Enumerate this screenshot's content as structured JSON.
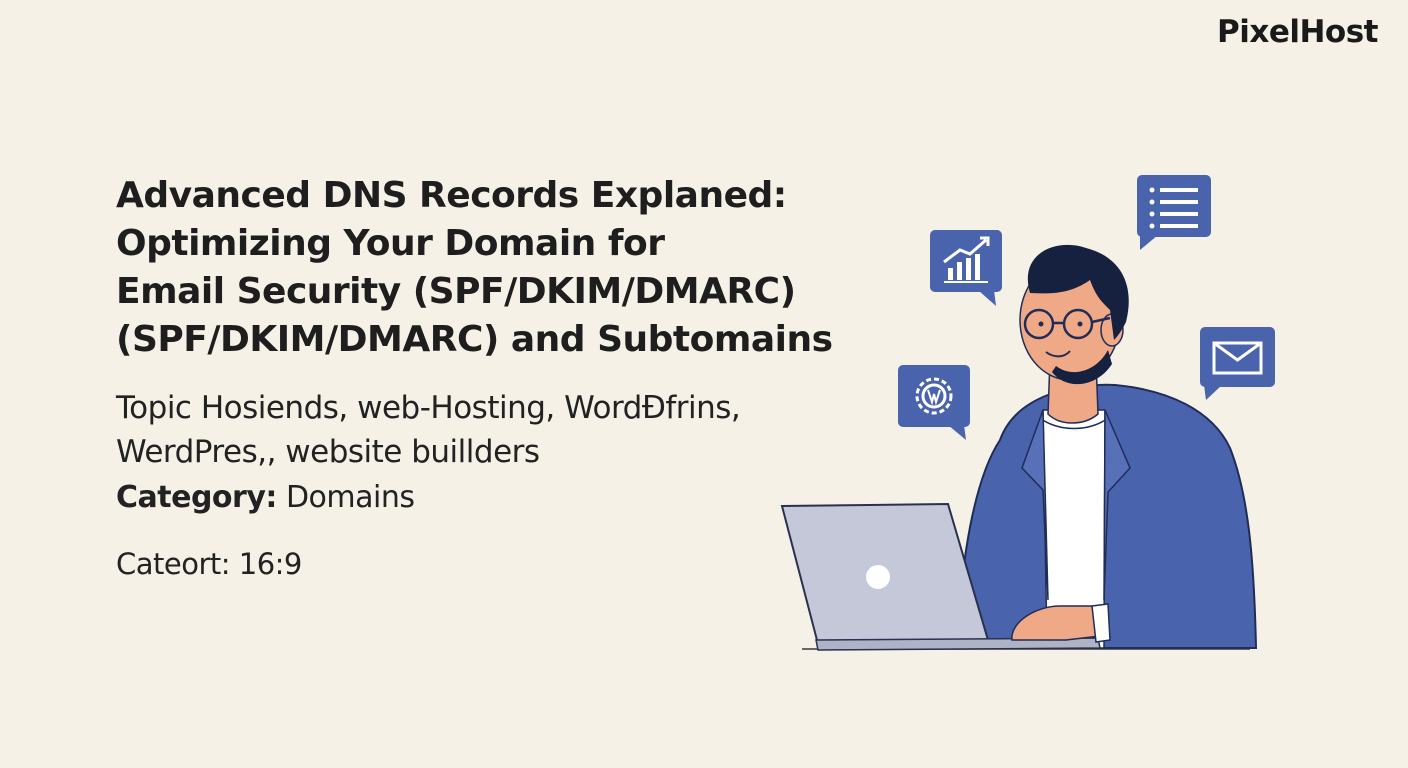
{
  "brand": {
    "name": "PixelHost"
  },
  "article": {
    "title_lines": [
      "Advanced DNS Records Explaned:",
      "Optimizing Your Domain for",
      "Email Security (SPF/DKIM/DMARC)",
      "(SPF/DKIM/DMARC) and Subtomains"
    ],
    "topic_lines": [
      "Topic Hosiends, web-Hosting, WordÐfrins,",
      "WerdPres,, website buillders"
    ],
    "category_label": "Category:",
    "category_value": "Domains",
    "ratio_text": "Cateort: 16:9"
  },
  "illustration": {
    "subject": "person-at-laptop",
    "bubbles": [
      "chart-icon",
      "list-icon",
      "email-icon",
      "gear-icon"
    ],
    "colors": {
      "bubble": "#4a63ad",
      "jacket": "#4a63ad",
      "skin": "#f0a987",
      "hair": "#16203f",
      "laptop": "#c4c8d8",
      "background": "#f5f1e7"
    }
  }
}
